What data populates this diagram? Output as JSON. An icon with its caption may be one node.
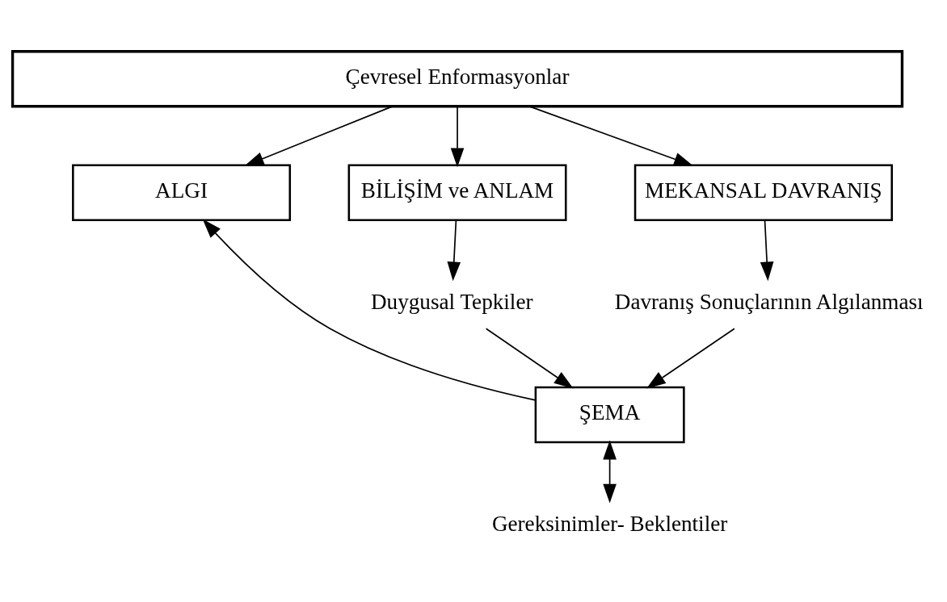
{
  "diagram": {
    "nodes": [
      {
        "text": [
          "Çevresel Enformasyonlar"
        ]
      },
      {
        "text": [
          "ALGI"
        ]
      },
      {
        "text": [
          "BİLİŞİM ve ANLAM"
        ]
      },
      {
        "text": [
          "MEKANSAL DAVRANIŞ"
        ]
      },
      {
        "text": [
          "Duygusal Tepkiler"
        ]
      },
      {
        "text": [
          "Davranış Sonuçlarının Algılanması"
        ]
      },
      {
        "text": [
          "ŞEMA"
        ]
      },
      {
        "text": [
          "Gereksinimler- Beklentiler"
        ]
      }
    ],
    "edges": [
      {
        "from": 0,
        "to": 1,
        "arrow": "to"
      },
      {
        "from": 0,
        "to": 2,
        "arrow": "to"
      },
      {
        "from": 0,
        "to": 3,
        "arrow": "to"
      },
      {
        "from": 2,
        "to": 4,
        "arrow": "to"
      },
      {
        "from": 3,
        "to": 5,
        "arrow": "to"
      },
      {
        "from": 4,
        "to": 6,
        "arrow": "to"
      },
      {
        "from": 5,
        "to": 6,
        "arrow": "to"
      },
      {
        "from": 6,
        "to": 1,
        "arrow": "to"
      },
      {
        "from": 6,
        "to": 7,
        "arrow": "both"
      }
    ]
  }
}
